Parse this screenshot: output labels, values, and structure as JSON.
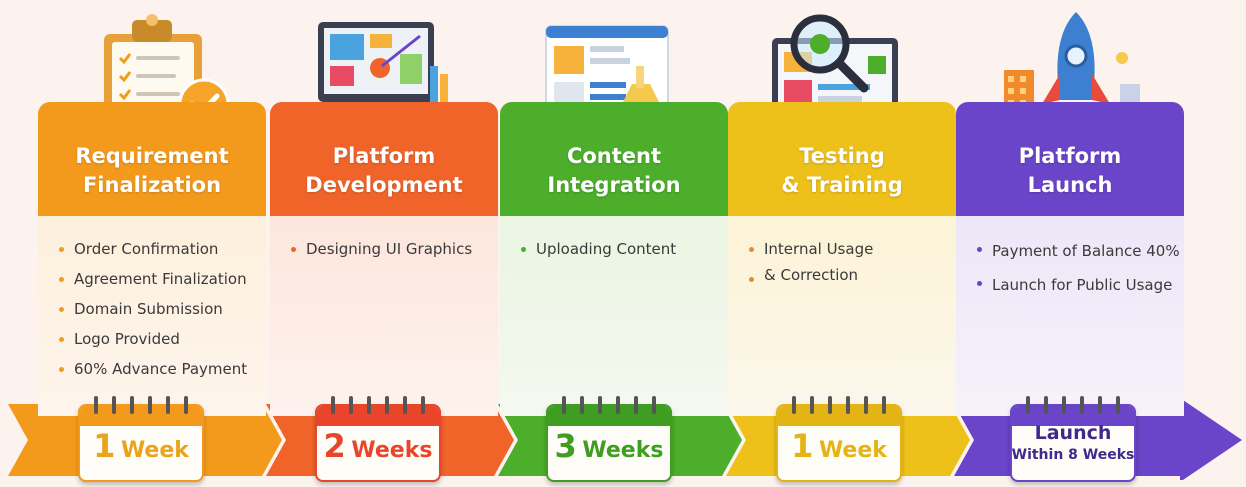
{
  "stages": [
    {
      "title_line1": "Requirement",
      "title_line2": "Finalization",
      "color": "#f39a1c",
      "icon": "clipboard-checklist-icon",
      "items": [
        "Order Confirmation",
        "Agreement Finalization",
        "Domain Submission",
        "Logo Provided",
        "60% Advance Payment"
      ],
      "duration_number": "1",
      "duration_unit": "Week"
    },
    {
      "title_line1": "Platform",
      "title_line2": "Development",
      "color": "#f0642a",
      "icon": "monitor-design-icon",
      "items": [
        "Designing UI Graphics"
      ],
      "duration_number": "2",
      "duration_unit": "Weeks"
    },
    {
      "title_line1": "Content",
      "title_line2": "Integration",
      "color": "#4cae2b",
      "icon": "content-window-icon",
      "items": [
        "Uploading Content"
      ],
      "duration_number": "3",
      "duration_unit": "Weeks"
    },
    {
      "title_line1": "Testing",
      "title_line2": "& Training",
      "color": "#eec01a",
      "icon": "laptop-magnifier-icon",
      "items": [
        "Internal Usage",
        "& Correction"
      ],
      "duration_number": "1",
      "duration_unit": "Week"
    },
    {
      "title_line1": "Platform",
      "title_line2": "Launch",
      "color": "#6a45c9",
      "icon": "rocket-icon",
      "items": [
        "Payment of Balance 40%",
        "Launch for Public Usage"
      ],
      "duration_line1": "Launch",
      "duration_line2": "Within 8 Weeks"
    }
  ],
  "colors": {
    "orange": "#f39a1c",
    "red_orange": "#f0642a",
    "green": "#4cae2b",
    "yellow": "#eec01a",
    "purple": "#6a45c9",
    "background": "#fdf3ee"
  }
}
